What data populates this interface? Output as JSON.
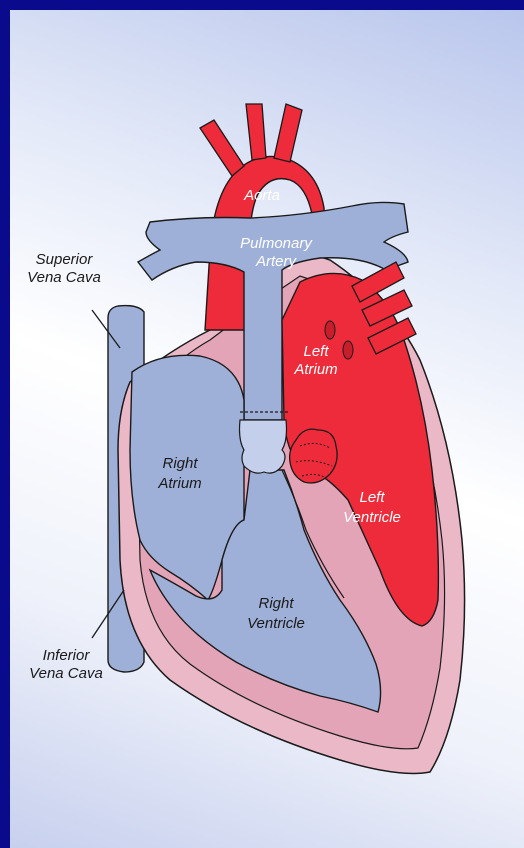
{
  "colors": {
    "border": "#0a0a8c",
    "oxygenated_blood": "#ee2b3a",
    "deoxygenated_blood": "#9fb0d8",
    "heart_wall": "#e9b3c4",
    "outline": "#1a1a1a"
  },
  "labels": {
    "aorta": "Aorta",
    "pulmonary_artery_1": "Pulmonary",
    "pulmonary_artery_2": "Artery",
    "superior_vena_cava_1": "Superior",
    "superior_vena_cava_2": "Vena Cava",
    "left_atrium_1": "Left",
    "left_atrium_2": "Atrium",
    "right_atrium_1": "Right",
    "right_atrium_2": "Atrium",
    "left_ventricle_1": "Left",
    "left_ventricle_2": "Ventricle",
    "right_ventricle_1": "Right",
    "right_ventricle_2": "Ventricle",
    "inferior_vena_cava_1": "Inferior",
    "inferior_vena_cava_2": "Vena Cava"
  }
}
